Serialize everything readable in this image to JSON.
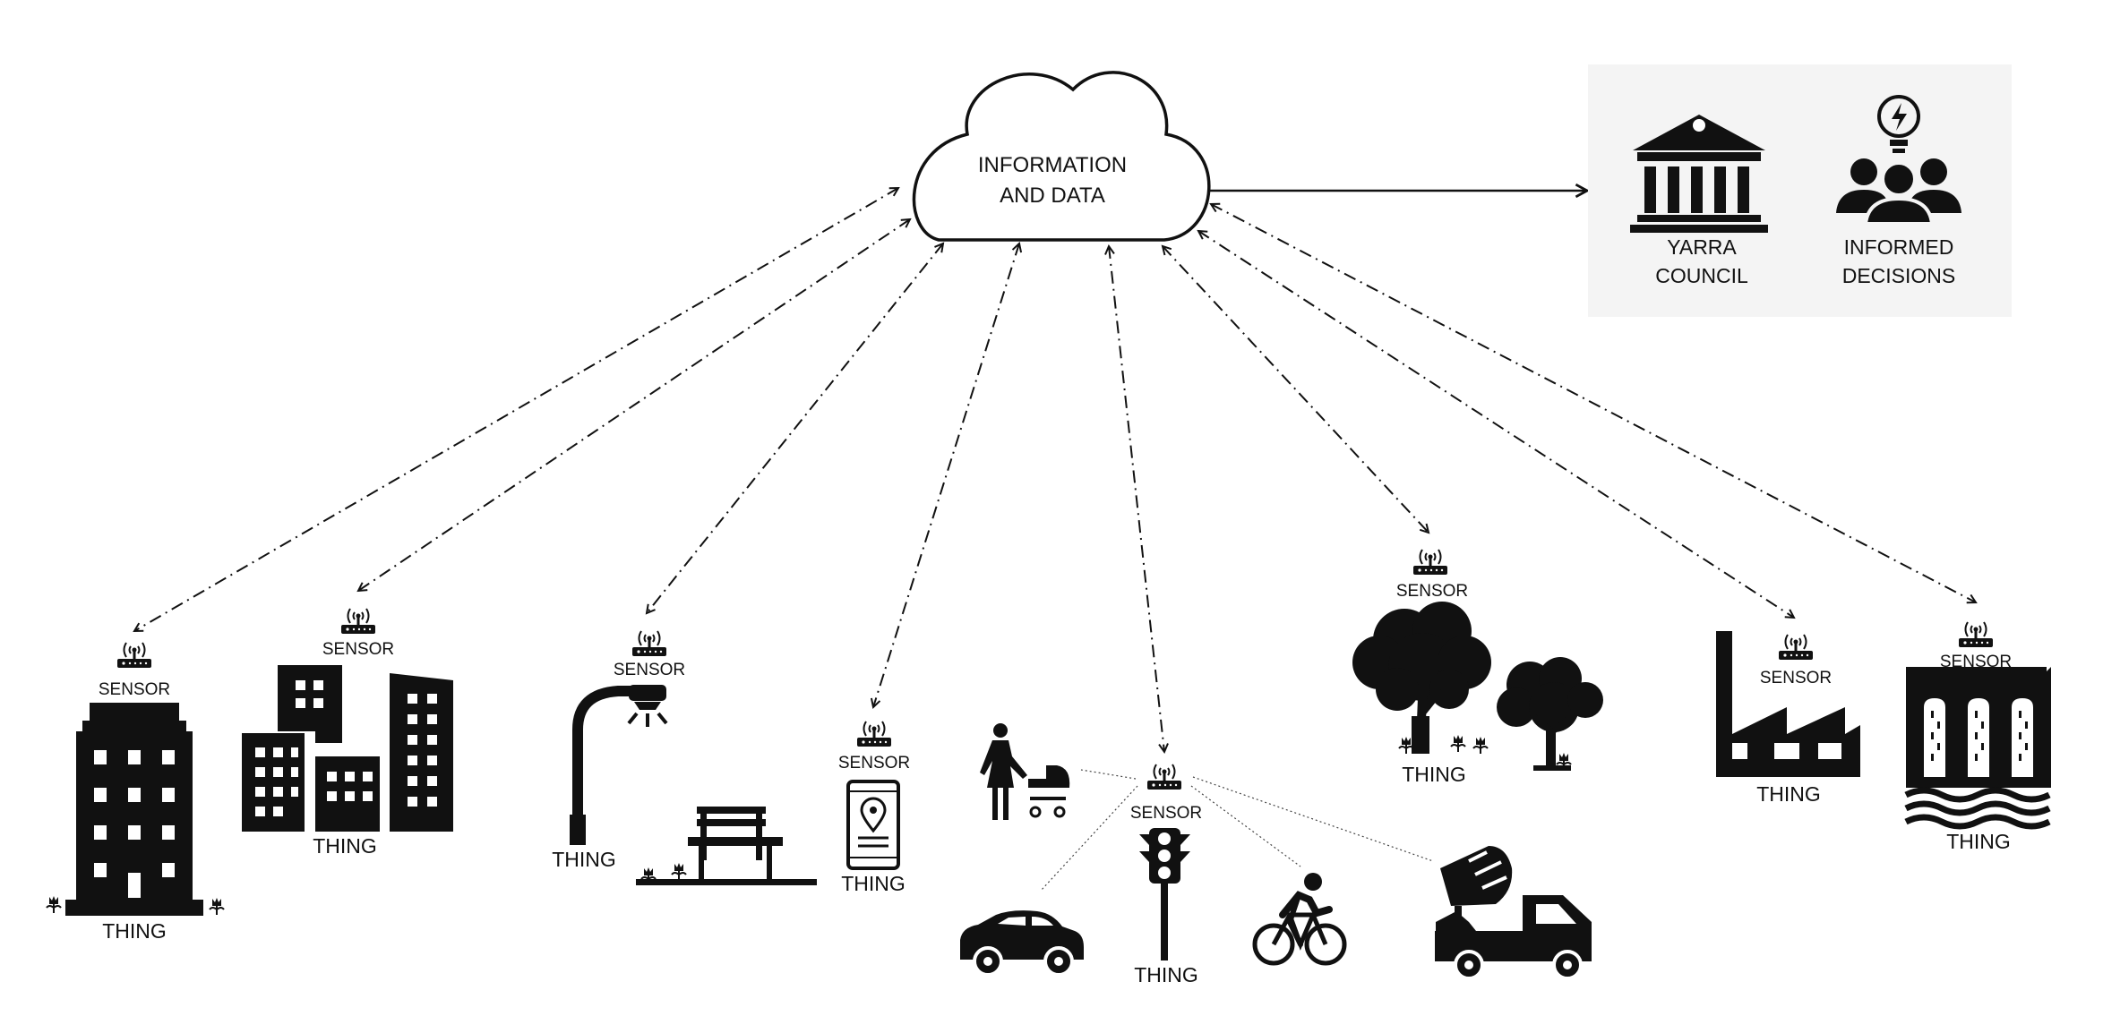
{
  "cloud": {
    "line1": "INFORMATION",
    "line2": "AND DATA"
  },
  "panel": {
    "council_line1": "YARRA",
    "council_line2": "COUNCIL",
    "decisions_line1": "INFORMED",
    "decisions_line2": "DECISIONS"
  },
  "sensor_label": "SENSOR",
  "thing_label": "THING",
  "colors": {
    "ink": "#111111",
    "panel_bg": "#f4f4f4",
    "background": "#ffffff"
  },
  "icons": [
    "cloud-icon",
    "government-building-icon",
    "people-lightbulb-icon",
    "sensor-router-icon",
    "apartment-tower-icon",
    "city-buildings-icon",
    "street-lamp-icon",
    "park-bench-icon",
    "smartphone-location-icon",
    "pedestrian-stroller-icon",
    "traffic-light-icon",
    "car-icon",
    "bicycle-icon",
    "cement-truck-icon",
    "trees-icon",
    "factory-icon",
    "dam-icon"
  ]
}
